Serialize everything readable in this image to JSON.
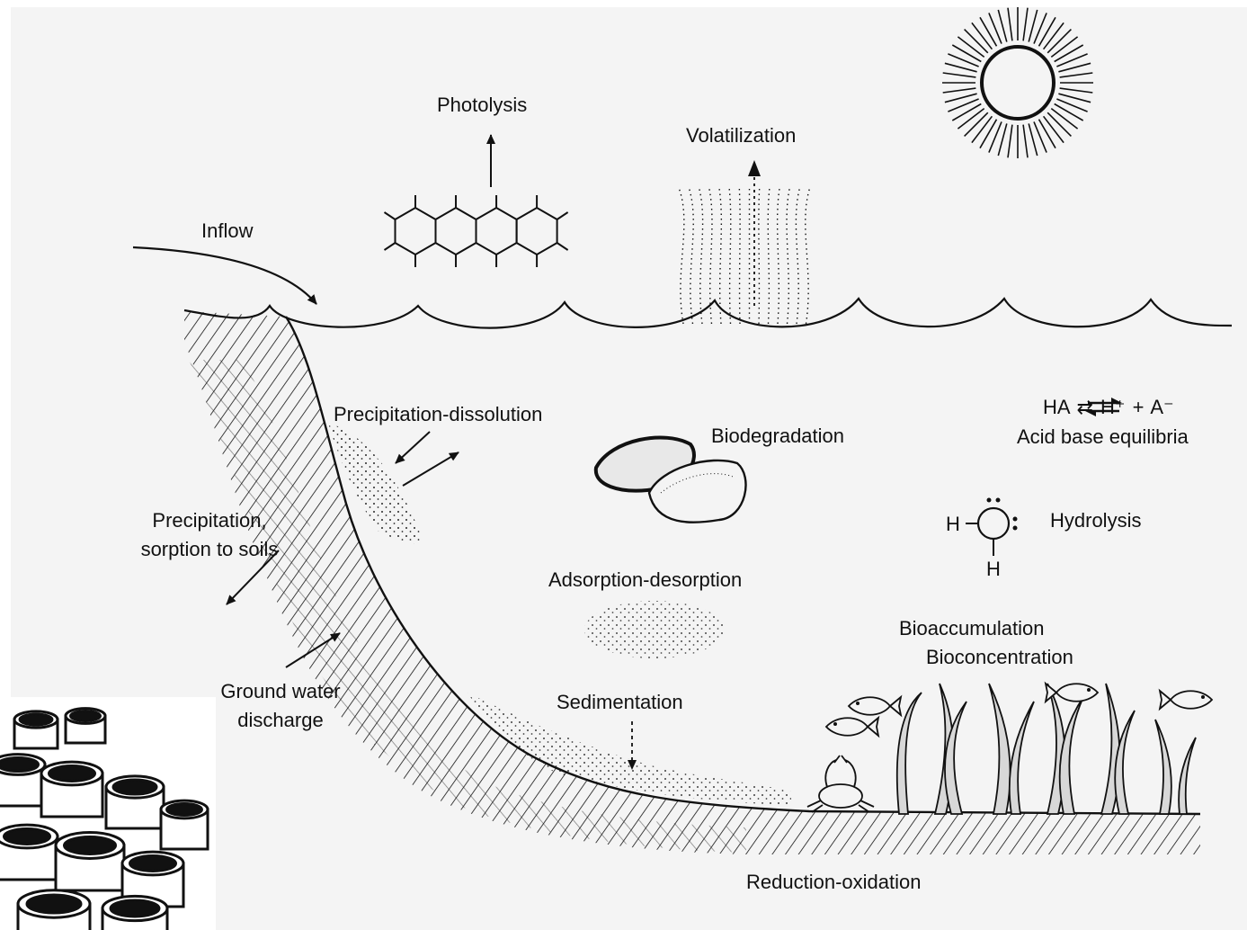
{
  "labels": {
    "photolysis": "Photolysis",
    "volatilization": "Volatilization",
    "inflow": "Inflow",
    "precipitation_dissolution": "Precipitation-dissolution",
    "biodegradation": "Biodegradation",
    "acid_base_equation": "HA ⇄ H⁺ + A⁻",
    "acid_base_label": "Acid base equilibria",
    "hydrolysis": "Hydrolysis",
    "precipitation_sorption_line1": "Precipitation,",
    "precipitation_sorption_line2": "sorption to soils",
    "adsorption_desorption": "Adsorption-desorption",
    "bioaccumulation": "Bioaccumulation",
    "bioconcentration": "Bioconcentration",
    "ground_water_line1": "Ground water",
    "ground_water_line2": "discharge",
    "sedimentation": "Sedimentation",
    "reduction_oxidation": "Reduction-oxidation"
  },
  "water_molecule": {
    "atom_left": "H",
    "atom_bottom": "H"
  },
  "colors": {
    "ink": "#111111",
    "paper_diagram": "#f4f4f4",
    "paper_inset": "#ffffff"
  }
}
